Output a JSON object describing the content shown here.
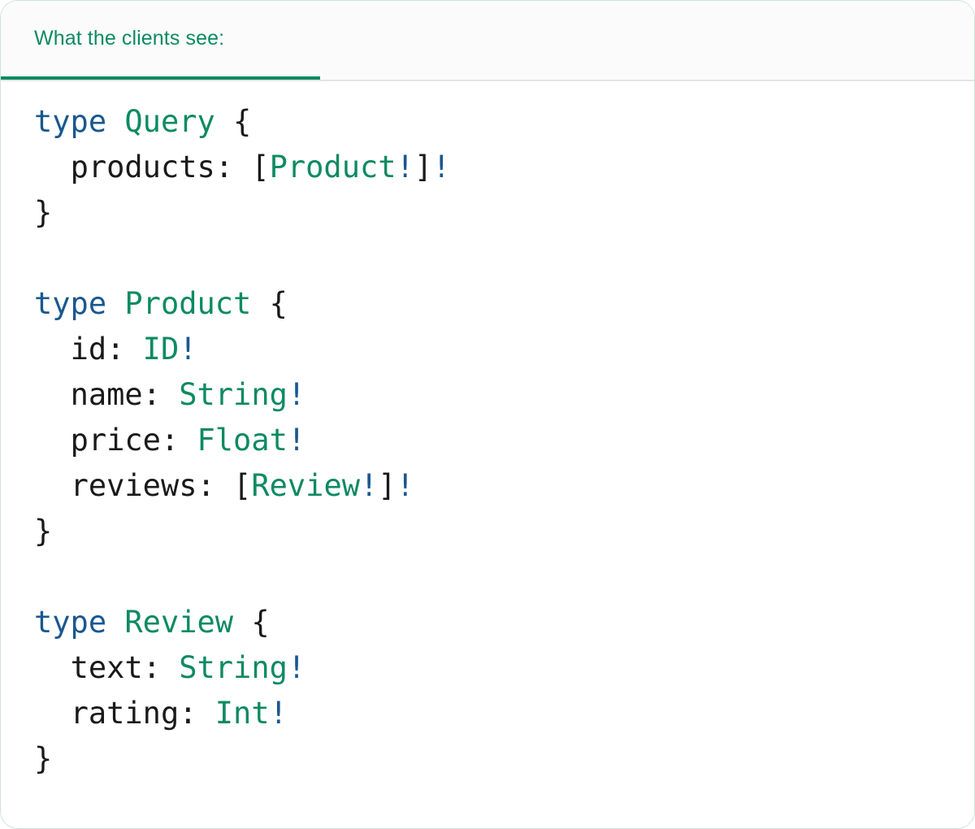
{
  "card": {
    "accent_color": "#0d8a62",
    "border_color": "#cfe3d8",
    "background": "#ffffff"
  },
  "header": {
    "tabs": [
      {
        "label": "What the clients see:",
        "active": true
      }
    ],
    "background": "#fbfbfb",
    "divider_color": "#e4e4e4"
  },
  "code": {
    "language": "graphql",
    "colors": {
      "keyword": "#19588f",
      "type": "#0d8a62",
      "punctuation": "#1a1a1a",
      "field": "#1a1a1a",
      "non_null_bang": "#19588f"
    },
    "blocks": [
      {
        "name": "type-query",
        "lines": [
          {
            "keyword": "type",
            "space": " ",
            "type": "Query",
            "brace": " {"
          },
          {
            "indent": "  ",
            "field": "products:",
            "space": " ",
            "open": "[",
            "type": "Product",
            "bang1": "!",
            "close": "]",
            "bang2": "!"
          },
          {
            "brace": "}"
          }
        ]
      },
      {
        "name": "type-product",
        "lines": [
          {
            "keyword": "type",
            "space": " ",
            "type": "Product",
            "brace": " {"
          },
          {
            "indent": "  ",
            "field": "id:",
            "space": " ",
            "type": "ID",
            "bang1": "!"
          },
          {
            "indent": "  ",
            "field": "name:",
            "space": " ",
            "type": "String",
            "bang1": "!"
          },
          {
            "indent": "  ",
            "field": "price:",
            "space": " ",
            "type": "Float",
            "bang1": "!"
          },
          {
            "indent": "  ",
            "field": "reviews:",
            "space": " ",
            "open": "[",
            "type": "Review",
            "bang1": "!",
            "close": "]",
            "bang2": "!"
          },
          {
            "brace": "}"
          }
        ]
      },
      {
        "name": "type-review",
        "lines": [
          {
            "keyword": "type",
            "space": " ",
            "type": "Review",
            "brace": " {"
          },
          {
            "indent": "  ",
            "field": "text:",
            "space": " ",
            "type": "String",
            "bang1": "!"
          },
          {
            "indent": "  ",
            "field": "rating:",
            "space": " ",
            "type": "Int",
            "bang1": "!"
          },
          {
            "brace": "}"
          }
        ]
      }
    ]
  }
}
